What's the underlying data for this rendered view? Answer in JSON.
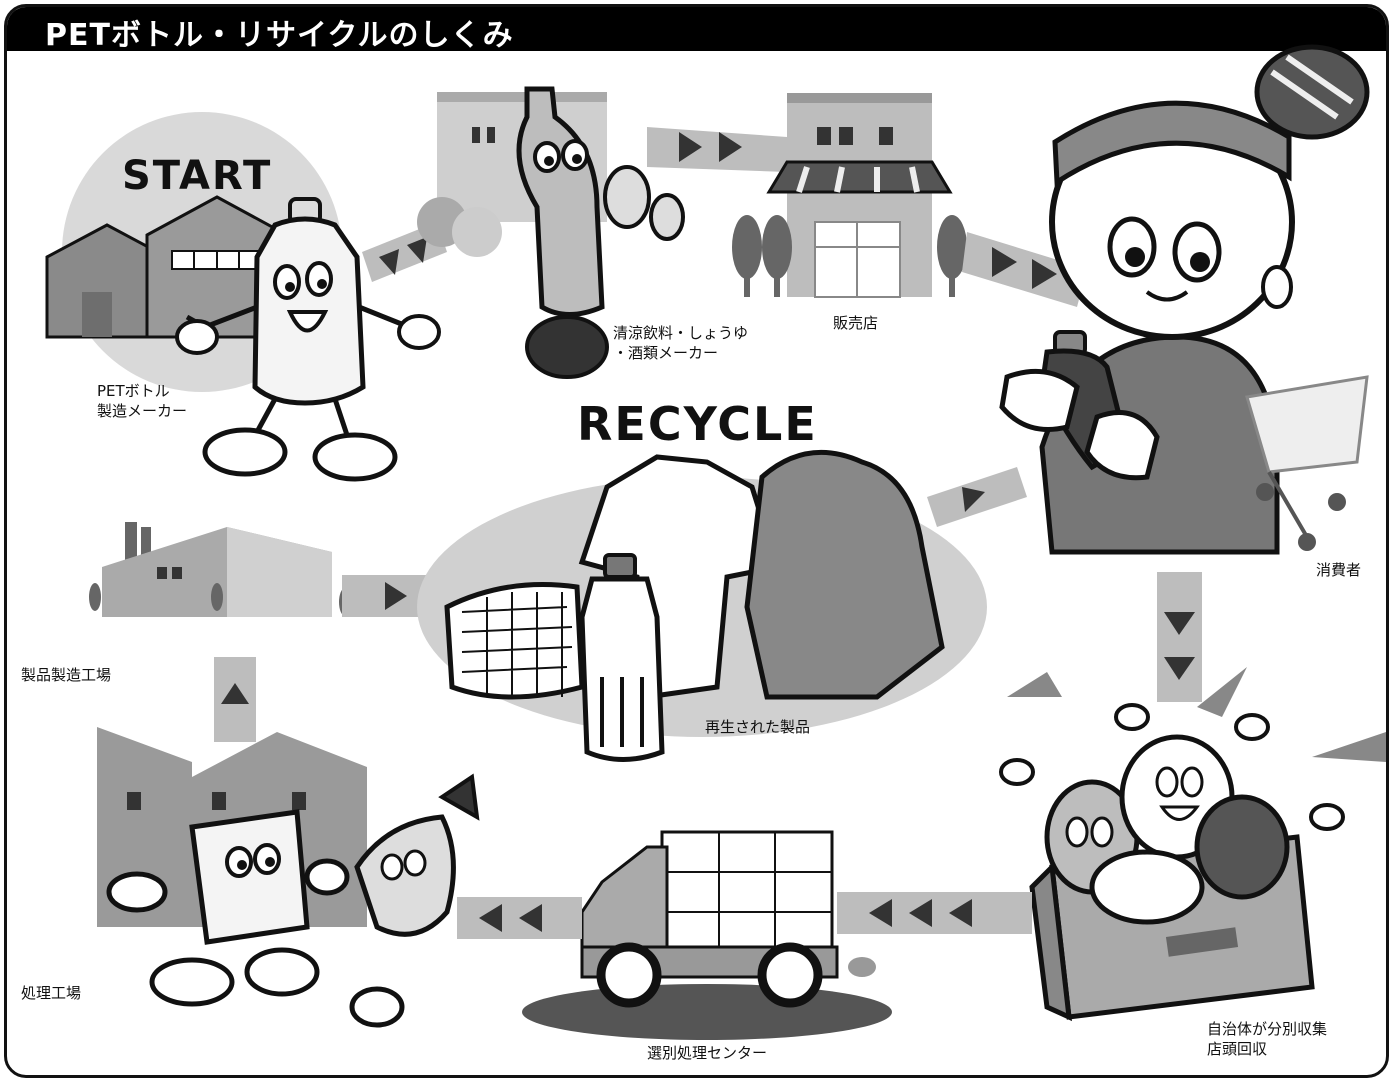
{
  "title": "PETボトル・リサイクルのしくみ",
  "start_text": "START",
  "recycle_text": "RECYCLE",
  "labels": {
    "manufacturer": [
      "PETボトル",
      "製造メーカー"
    ],
    "beverage_maker": [
      "清涼飲料・しょうゆ",
      "・酒類メーカー"
    ],
    "store": "販売店",
    "consumer": "消費者",
    "collection": [
      "自治体が分別収集",
      "店頭回収"
    ],
    "sorting_center": "選別処理センター",
    "processing_plant": "処理工場",
    "product_factory": "製品製造工場",
    "recycled_products": "再生された製品"
  },
  "colors": {
    "frame": "#111111",
    "title_bg": "#000000",
    "title_text": "#ffffff",
    "arrow_band": "#bdbdbd",
    "arrow_head": "#333333"
  }
}
